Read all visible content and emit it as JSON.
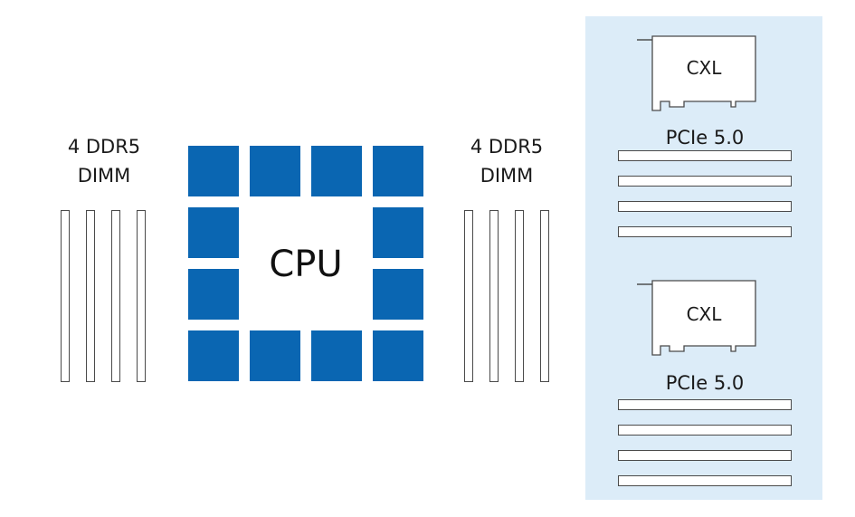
{
  "diagram": {
    "left_memory": {
      "label_line1": "4 DDR5",
      "label_line2": "DIMM",
      "stick_count": 4
    },
    "right_memory": {
      "label_line1": "4 DDR5",
      "label_line2": "DIMM",
      "stick_count": 4
    },
    "cpu": {
      "label": "CPU",
      "color": "#0a66b2"
    },
    "expansion_panel": {
      "background": "#dcecf8",
      "groups": [
        {
          "card_label": "CXL",
          "slot_label": "PCIe 5.0",
          "slot_count": 4
        },
        {
          "card_label": "CXL",
          "slot_label": "PCIe 5.0",
          "slot_count": 4
        }
      ]
    }
  }
}
